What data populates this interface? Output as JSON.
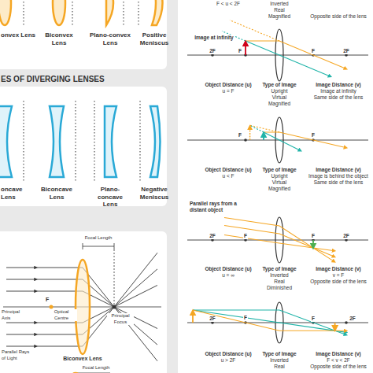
{
  "diagram": {
    "labels": [
      "onvex Lens",
      "Biconvex Lens",
      "Plano-convex Lens",
      "Positive Meniscus",
      "ES OF DIVERGING LENSES",
      "oncave Lens",
      "Biconcave Lens",
      "Plano-concave Lens",
      "Negative Meniscus",
      "Focal Length",
      "F",
      "Principal Axis",
      "Optical Centre",
      "Principal Focus",
      "Parallel Rays of Light",
      "Biconvex Lens",
      "Focal Length",
      "F < u < 2F",
      "Inverted",
      "Real",
      "Magnified",
      "Opposite side of the lens",
      "Image at infinity",
      "2F",
      "F",
      "F",
      "2F",
      "Object Distance (u)",
      "u = F",
      "Type of Image",
      "Upright",
      "Virtual",
      "Magnified",
      "Image Distance (v)",
      "Image at infinity",
      "Same side of the lens",
      "F",
      "F",
      "Object Distance (u)",
      "u < F",
      "Type of Image",
      "Upright",
      "Virtual",
      "Magnified",
      "Image Distance (v)",
      "Image is behind the object",
      "Same side of the lens",
      "Parallel rays from a distant object",
      "2F",
      "F",
      "F",
      "2F",
      "Object Distance (u)",
      "u = ∞",
      "Type of Image",
      "Inverted",
      "Real",
      "Diminished",
      "Image Distance (v)",
      "v = F",
      "Opposite side of the lens",
      "2F",
      "F",
      "F",
      "2F",
      "Object Distance (u)",
      "u > 2F",
      "Type of Image",
      "Inverted",
      "Real",
      "Image Distance (v)",
      "F < v < 2F",
      "Opposite side of the lens"
    ]
  }
}
